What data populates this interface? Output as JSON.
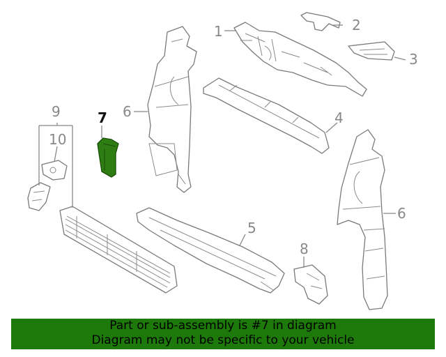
{
  "diagram": {
    "callouts": {
      "c1": "1",
      "c2": "2",
      "c3": "3",
      "c4": "4",
      "c5": "5",
      "c6a": "6",
      "c6b": "6",
      "c7": "7",
      "c8": "8",
      "c9": "9",
      "c10": "10"
    },
    "highlight_color": "#2e7d12",
    "line_color": "#7a7a7a"
  },
  "banner": {
    "line1": "Part or sub-assembly is #7 in diagram",
    "line2": "Diagram may not be specific to your vehicle",
    "background": "#1d7a0a"
  }
}
